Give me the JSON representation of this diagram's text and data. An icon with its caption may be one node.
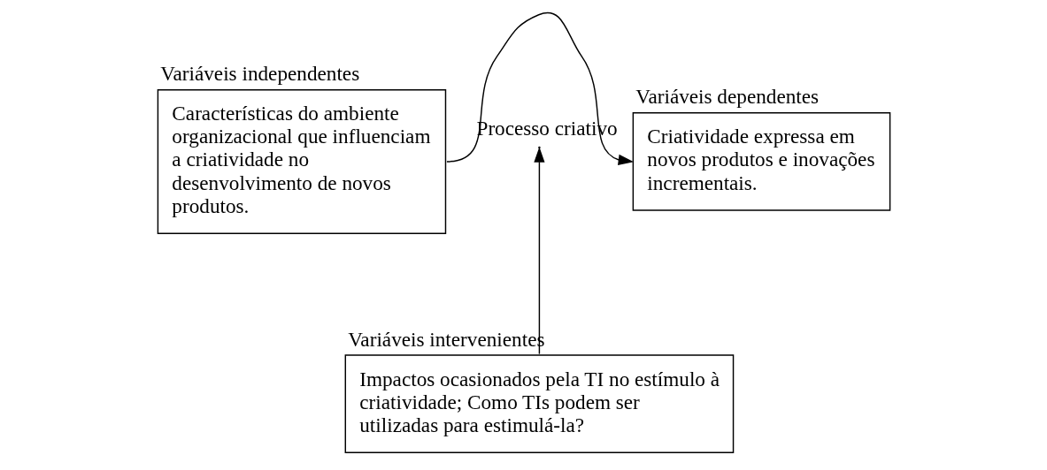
{
  "diagram": {
    "nodes": [
      {
        "text": [
          "Variáveis independentes",
          "Características do ambiente organizacional que influenciam a criatividade no desenvolvimento de novos produtos."
        ]
      },
      {
        "text": [
          "Variáveis dependentes",
          "Criatividade expressa em novos produtos e inovações incrementais."
        ]
      },
      {
        "text": [
          "Variáveis intervenientes",
          "Impactos ocasionados pela TI no estímulo à criatividade; Como TIs podem ser utilizadas para estimulá-la?"
        ]
      }
    ],
    "edges": [
      {
        "from": 0,
        "to": 1,
        "arrow": "to",
        "label": "Processo criativo"
      },
      {
        "from": 2,
        "to": null,
        "arrow": "to"
      }
    ]
  }
}
